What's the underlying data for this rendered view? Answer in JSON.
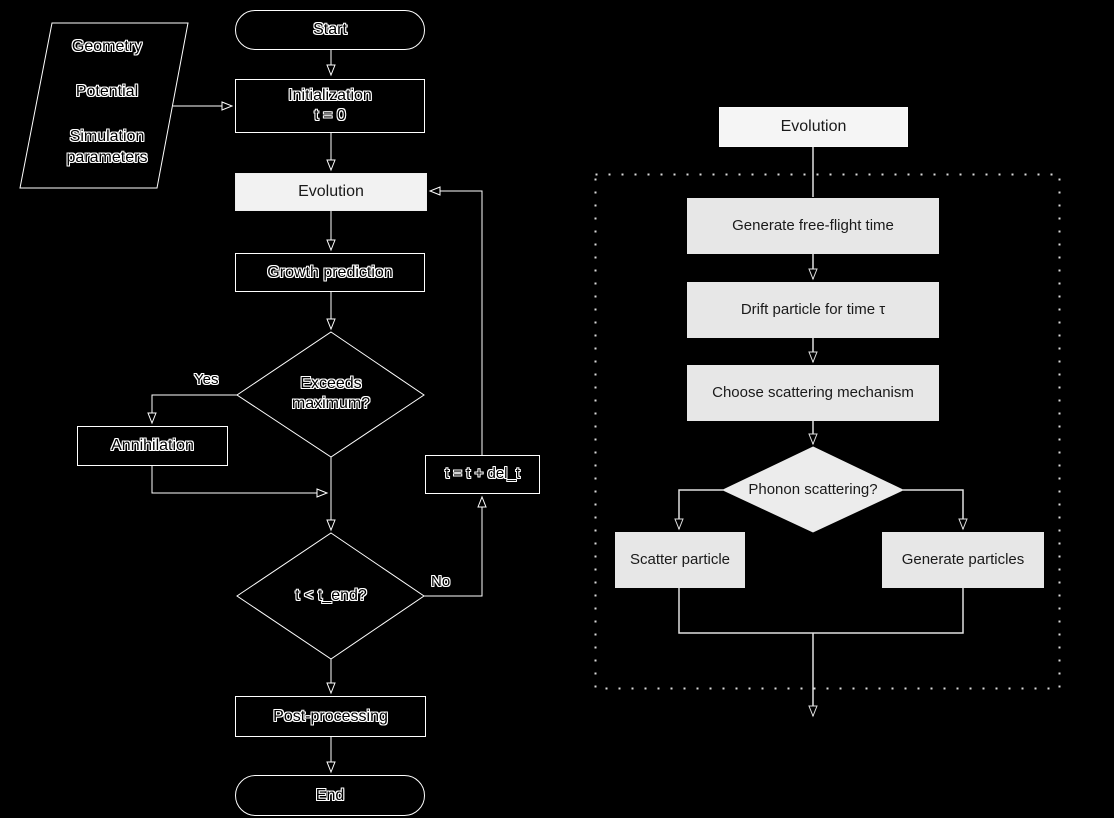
{
  "left_chart": {
    "inputs": {
      "line1": "Geometry",
      "line2": "Potential",
      "line3": "Simulation parameters"
    },
    "start_label": "Start",
    "initialization_line1": "Initialization",
    "initialization_line2": "t = 0",
    "evolution_label": "Evolution",
    "growth_label": "Growth prediction",
    "decision1_line1": "Exceeds",
    "decision1_line2": "maximum?",
    "yes_label": "Yes",
    "annihilation_label": "Annihilation",
    "time_update_label": "t = t + del_t",
    "decision2_label": "t < t_end?",
    "no_label": "No",
    "post_label": "Post-processing",
    "end_label": "End"
  },
  "right_chart": {
    "evolution_label": "Evolution",
    "generate_time_label": "Generate free-flight time",
    "drift_label": "Drift particle for time τ",
    "choose_label": "Choose scattering mechanism",
    "decision_label": "Phonon scattering?",
    "scatter_label": "Scatter particle",
    "generate_particles_label": "Generate particles"
  },
  "colors": {
    "background": "#000000",
    "left_stroke": "#ffffff",
    "right_stroke": "#e0e0e0",
    "dotted_boundary": "#d9d9d9",
    "highlight_box_fill": "#f2f2f2",
    "right_box_fill": "#e7e7e7",
    "right_diamond_fill": "#ececec",
    "dark_text": "#1a1a1a"
  }
}
